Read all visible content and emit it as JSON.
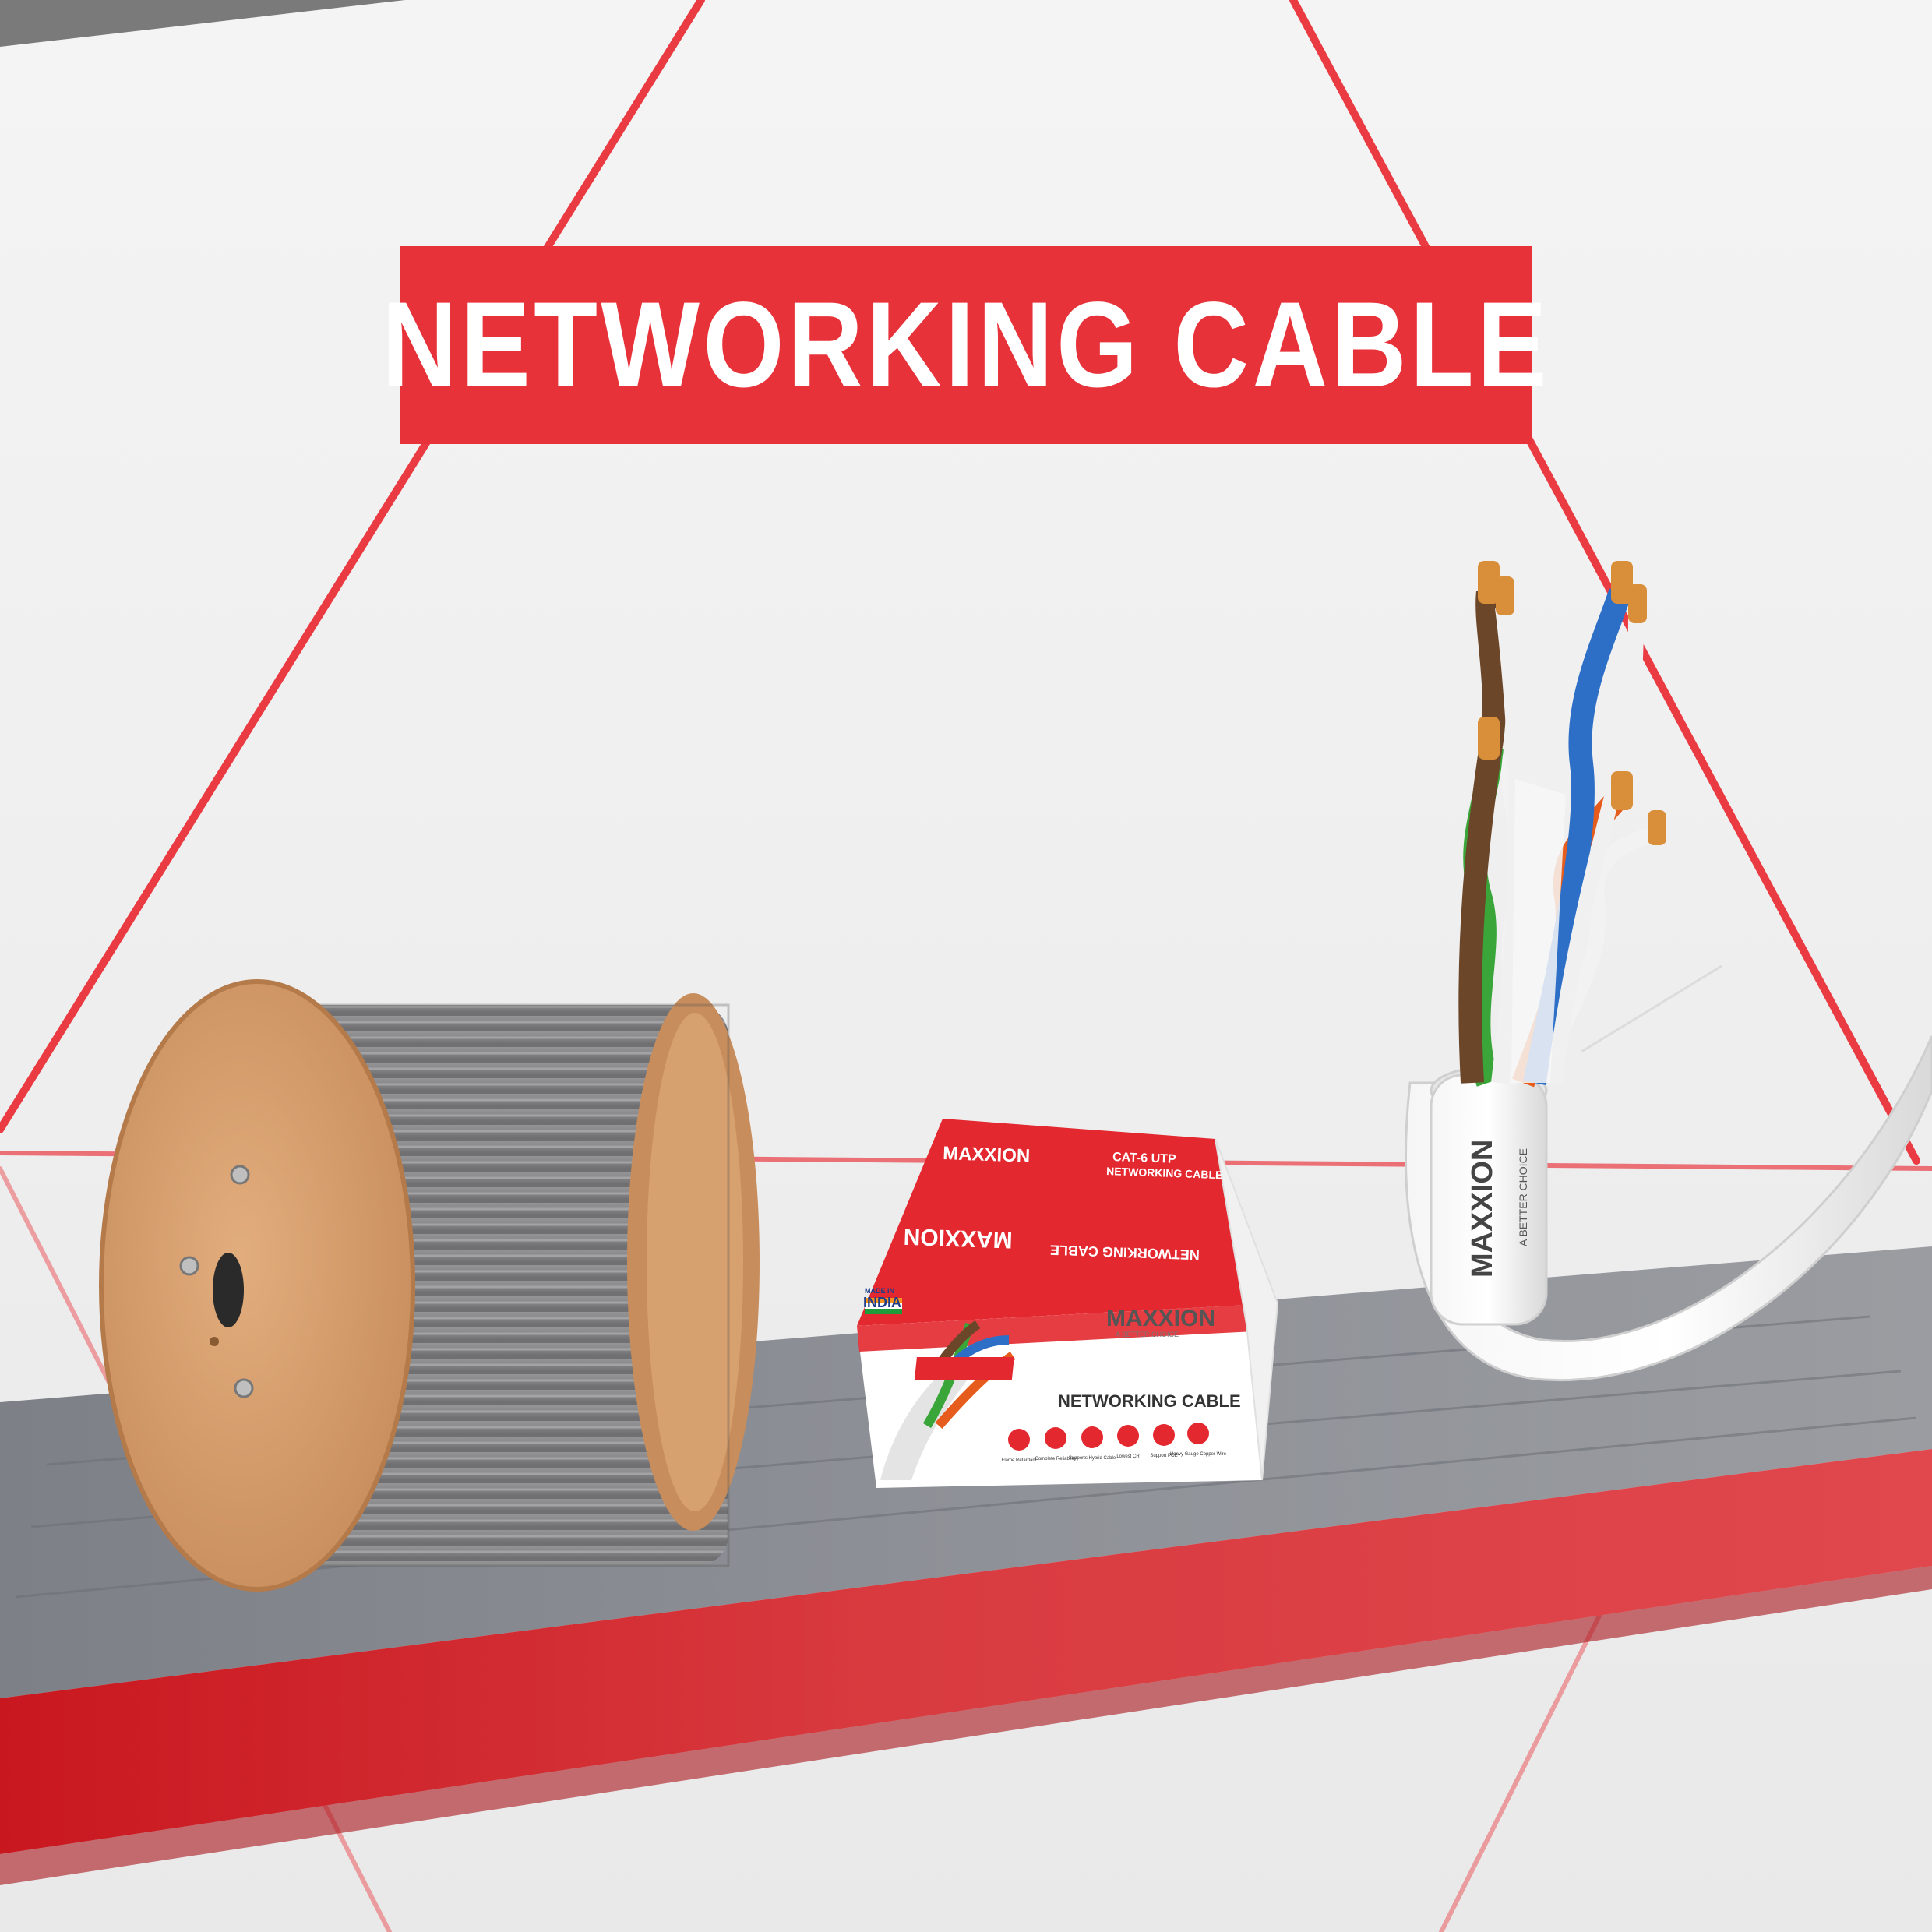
{
  "banner": {
    "title": "NETWORKING CABLE"
  },
  "box": {
    "brand": "MAXXION",
    "tagline": "A BETTER CHOICE",
    "product_line": "CAT-6 UTP",
    "product_name": "NETWORKING CABLE",
    "made_in_prefix": "MADE IN",
    "made_in_country": "INDIA",
    "features": [
      "Flame Retardant",
      "Complete Reliability",
      "Supports Hybrid Cable",
      "Lowest CR",
      "Support POE",
      "Heavy Gauge Copper Wire"
    ]
  },
  "cable_print": {
    "brand": "MAXXION",
    "tagline": "A BETTER CHOICE"
  },
  "colors": {
    "accent_red": "#e8323a",
    "shelf_red": "#d62a2f",
    "background": "#efefef",
    "spool_wood": "#d9a06f",
    "cable_grey": "#8a8a8a"
  },
  "icons": [
    "flame-icon",
    "reliability-icon",
    "lightning-icon",
    "cr-icon",
    "poe-icon",
    "copper-wire-icon"
  ]
}
